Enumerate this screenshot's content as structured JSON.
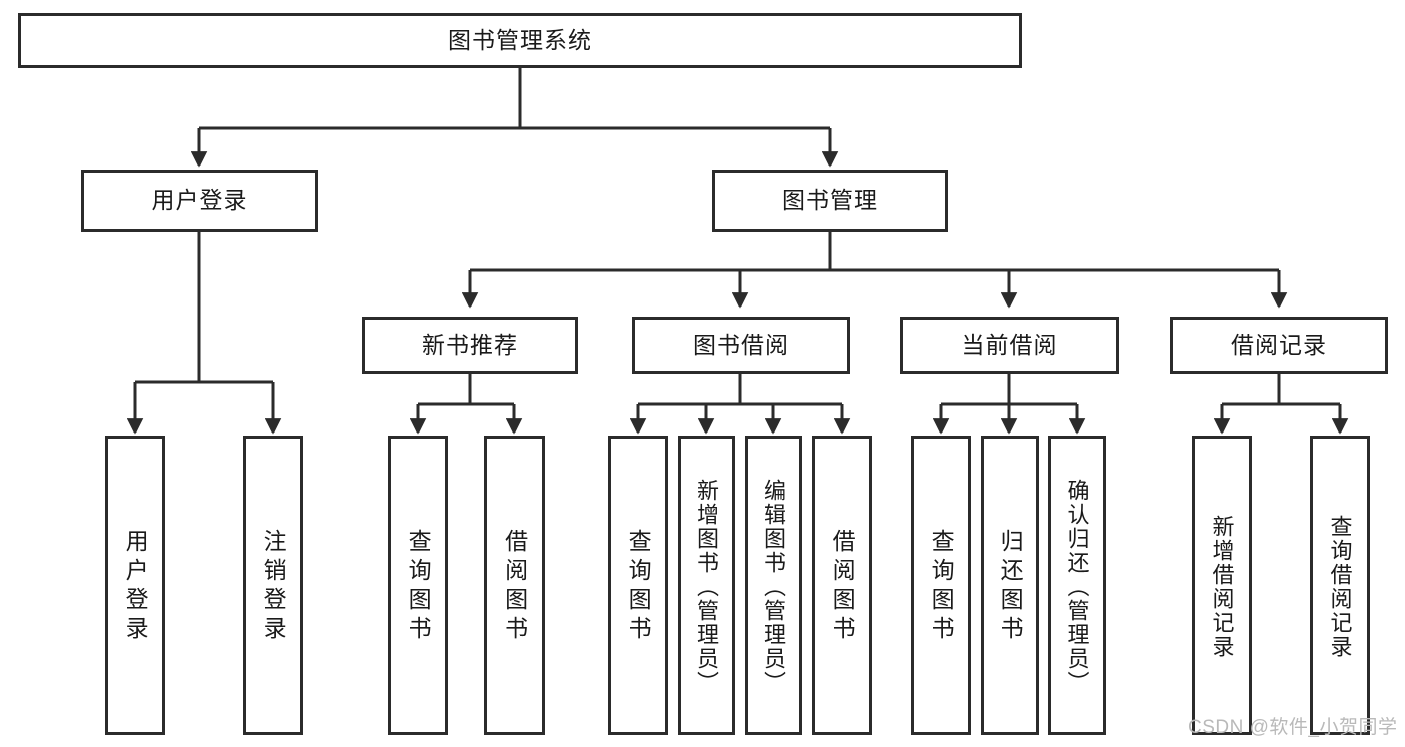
{
  "diagram": {
    "type": "tree-hierarchy",
    "title": "图书管理系统",
    "watermark": "CSDN @软件_小贺同学",
    "colors": {
      "stroke": "#2b2b2b",
      "fill": "#ffffff",
      "text": "#1a1a1a",
      "watermark": "#b9b9b9"
    },
    "nodes": {
      "root": {
        "label": "图书管理系统"
      },
      "level2": [
        {
          "id": "user-login",
          "label": "用户登录"
        },
        {
          "id": "book-manage",
          "label": "图书管理"
        }
      ],
      "level3": [
        {
          "id": "new-book-recommend",
          "label": "新书推荐"
        },
        {
          "id": "book-borrow",
          "label": "图书借阅"
        },
        {
          "id": "current-borrow",
          "label": "当前借阅"
        },
        {
          "id": "borrow-record",
          "label": "借阅记录"
        }
      ],
      "leaves": {
        "user-login": [
          {
            "id": "leaf-user-login",
            "label": "用户登录"
          },
          {
            "id": "leaf-logout-login",
            "label": "注销登录"
          }
        ],
        "new-book-recommend": [
          {
            "id": "leaf-query-book-1",
            "label": "查询图书"
          },
          {
            "id": "leaf-borrow-book-1",
            "label": "借阅图书"
          }
        ],
        "book-borrow": [
          {
            "id": "leaf-query-book-2",
            "label": "查询图书"
          },
          {
            "id": "leaf-add-book-admin",
            "label": "新增图书（管理员）"
          },
          {
            "id": "leaf-edit-book-admin",
            "label": "编辑图书（管理员）"
          },
          {
            "id": "leaf-borrow-book-2",
            "label": "借阅图书"
          }
        ],
        "current-borrow": [
          {
            "id": "leaf-query-book-3",
            "label": "查询图书"
          },
          {
            "id": "leaf-return-book",
            "label": "归还图书"
          },
          {
            "id": "leaf-confirm-return-admin",
            "label": "确认归还（管理员）"
          }
        ],
        "borrow-record": [
          {
            "id": "leaf-add-borrow-record",
            "label": "新增借阅记录"
          },
          {
            "id": "leaf-query-borrow-record",
            "label": "查询借阅记录"
          }
        ]
      }
    }
  }
}
